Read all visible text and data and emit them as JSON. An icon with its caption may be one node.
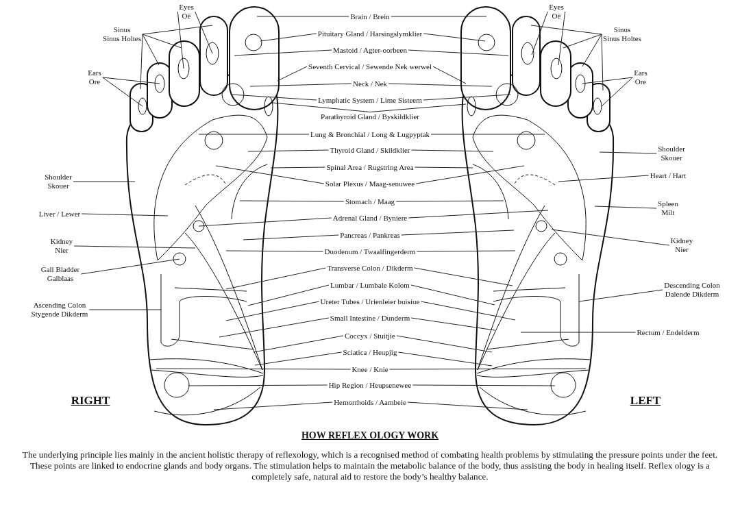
{
  "diagram": {
    "title": "HOW REFLEX OLOGY WORK",
    "nodes": [
      {
        "text": [
          "Eyes",
          "Oë"
        ]
      },
      {
        "text": [
          "Sinus",
          "Sinus Holtes"
        ]
      },
      {
        "text": [
          "Ears",
          "Ore"
        ]
      },
      {
        "text": [
          "Shoulder",
          "Skouer"
        ]
      },
      {
        "text": [
          "Liver / Lewer"
        ]
      },
      {
        "text": [
          "Kidney",
          "Nier"
        ]
      },
      {
        "text": [
          "Gall Bladder",
          "Galblaas"
        ]
      },
      {
        "text": [
          "Ascending Colon",
          "Stygende Dikderm"
        ]
      },
      {
        "text": [
          "Brain / Brein"
        ]
      },
      {
        "text": [
          "Pituitary Gland / Harsingslymklier"
        ]
      },
      {
        "text": [
          "Mastoid / Agter-oorbeen"
        ]
      },
      {
        "text": [
          "Seventh Cervical / Sewende Nek werwel"
        ]
      },
      {
        "text": [
          "Neck / Nek"
        ]
      },
      {
        "text": [
          "Lymphatic System / Lime Sisteem"
        ]
      },
      {
        "text": [
          "Parathyroid Gland / Byskildklier"
        ]
      },
      {
        "text": [
          "Lung & Bronchial / Long & Lugpyptak"
        ]
      },
      {
        "text": [
          "Thyroid Gland / Skildklier"
        ]
      },
      {
        "text": [
          "Spinal Area / Rugstring Area"
        ]
      },
      {
        "text": [
          "Solar Plexus / Maag-senuwee"
        ]
      },
      {
        "text": [
          "Stomach / Maag"
        ]
      },
      {
        "text": [
          "Adrenal Gland / Byniere"
        ]
      },
      {
        "text": [
          "Pancreas / Pankreas"
        ]
      },
      {
        "text": [
          "Duodenum / Twaalfingerderm"
        ]
      },
      {
        "text": [
          "Transverse Colon / Dikderm"
        ]
      },
      {
        "text": [
          "Lumbar / Lumbale Kolom"
        ]
      },
      {
        "text": [
          "Ureter Tubes / Urienleier buisiue"
        ]
      },
      {
        "text": [
          "Small Intestine / Dunderm"
        ]
      },
      {
        "text": [
          "Coccyx / Stuitjie"
        ]
      },
      {
        "text": [
          "Sciatica / Heupjig"
        ]
      },
      {
        "text": [
          "Knee / Knie"
        ]
      },
      {
        "text": [
          "Hip Region / Heupsenewee"
        ]
      },
      {
        "text": [
          "Hemorrhoids / Aambeie"
        ]
      },
      {
        "text": [
          "Eyes",
          "Oë"
        ]
      },
      {
        "text": [
          "Sinus",
          "Sinus Holtes"
        ]
      },
      {
        "text": [
          "Ears",
          "Ore"
        ]
      },
      {
        "text": [
          "Shoulder",
          "Skouer"
        ]
      },
      {
        "text": [
          "Heart / Hart"
        ]
      },
      {
        "text": [
          "Spleen",
          "Milt"
        ]
      },
      {
        "text": [
          "Kidney",
          "Nier"
        ]
      },
      {
        "text": [
          "Descending Colon",
          "Dalende Dikderm"
        ]
      },
      {
        "text": [
          "Rectum / Endelderm"
        ]
      }
    ],
    "edges": [
      {
        "from": 0,
        "to": null,
        "arrow": "none"
      },
      {
        "from": 0,
        "to": null,
        "arrow": "none"
      },
      {
        "from": 1,
        "to": null,
        "arrow": "none"
      },
      {
        "from": 1,
        "to": null,
        "arrow": "none"
      },
      {
        "from": 1,
        "to": null,
        "arrow": "none"
      },
      {
        "from": 1,
        "to": null,
        "arrow": "none"
      },
      {
        "from": 2,
        "to": null,
        "arrow": "none"
      },
      {
        "from": 2,
        "to": null,
        "arrow": "none"
      },
      {
        "from": 3,
        "to": null,
        "arrow": "none"
      },
      {
        "from": 4,
        "to": null,
        "arrow": "none"
      },
      {
        "from": 5,
        "to": null,
        "arrow": "none"
      },
      {
        "from": 6,
        "to": null,
        "arrow": "none"
      },
      {
        "from": 7,
        "to": null,
        "arrow": "none"
      },
      {
        "from": 8,
        "to": null,
        "arrow": "none"
      },
      {
        "from": 8,
        "to": null,
        "arrow": "none"
      },
      {
        "from": 9,
        "to": null,
        "arrow": "none"
      },
      {
        "from": 9,
        "to": null,
        "arrow": "none"
      },
      {
        "from": 10,
        "to": null,
        "arrow": "none"
      },
      {
        "from": 10,
        "to": null,
        "arrow": "none"
      },
      {
        "from": 11,
        "to": null,
        "arrow": "none"
      },
      {
        "from": 11,
        "to": null,
        "arrow": "none"
      },
      {
        "from": 12,
        "to": null,
        "arrow": "none"
      },
      {
        "from": 12,
        "to": null,
        "arrow": "none"
      },
      {
        "from": 13,
        "to": null,
        "arrow": "none"
      },
      {
        "from": 13,
        "to": null,
        "arrow": "none"
      },
      {
        "from": 14,
        "to": null,
        "arrow": "none"
      },
      {
        "from": 14,
        "to": null,
        "arrow": "none"
      },
      {
        "from": 15,
        "to": null,
        "arrow": "none"
      },
      {
        "from": 15,
        "to": null,
        "arrow": "none"
      },
      {
        "from": 16,
        "to": null,
        "arrow": "none"
      },
      {
        "from": 16,
        "to": null,
        "arrow": "none"
      },
      {
        "from": 17,
        "to": null,
        "arrow": "none"
      },
      {
        "from": 17,
        "to": null,
        "arrow": "none"
      },
      {
        "from": 18,
        "to": null,
        "arrow": "none"
      },
      {
        "from": 18,
        "to": null,
        "arrow": "none"
      },
      {
        "from": 19,
        "to": null,
        "arrow": "none"
      },
      {
        "from": 19,
        "to": null,
        "arrow": "none"
      },
      {
        "from": 20,
        "to": null,
        "arrow": "none"
      },
      {
        "from": 20,
        "to": null,
        "arrow": "none"
      },
      {
        "from": 21,
        "to": null,
        "arrow": "none"
      },
      {
        "from": 21,
        "to": null,
        "arrow": "none"
      },
      {
        "from": 22,
        "to": null,
        "arrow": "none"
      },
      {
        "from": 22,
        "to": null,
        "arrow": "none"
      },
      {
        "from": 23,
        "to": null,
        "arrow": "none"
      },
      {
        "from": 23,
        "to": null,
        "arrow": "none"
      },
      {
        "from": 24,
        "to": null,
        "arrow": "none"
      },
      {
        "from": 24,
        "to": null,
        "arrow": "none"
      },
      {
        "from": 25,
        "to": null,
        "arrow": "none"
      },
      {
        "from": 25,
        "to": null,
        "arrow": "none"
      },
      {
        "from": 26,
        "to": null,
        "arrow": "none"
      },
      {
        "from": 26,
        "to": null,
        "arrow": "none"
      },
      {
        "from": 27,
        "to": null,
        "arrow": "none"
      },
      {
        "from": 27,
        "to": null,
        "arrow": "none"
      },
      {
        "from": 28,
        "to": null,
        "arrow": "none"
      },
      {
        "from": 28,
        "to": null,
        "arrow": "none"
      },
      {
        "from": 29,
        "to": null,
        "arrow": "none"
      },
      {
        "from": 29,
        "to": null,
        "arrow": "none"
      },
      {
        "from": 30,
        "to": null,
        "arrow": "none"
      },
      {
        "from": 30,
        "to": null,
        "arrow": "none"
      },
      {
        "from": 31,
        "to": null,
        "arrow": "none"
      },
      {
        "from": 31,
        "to": null,
        "arrow": "none"
      },
      {
        "from": 32,
        "to": null,
        "arrow": "none"
      },
      {
        "from": 32,
        "to": null,
        "arrow": "none"
      },
      {
        "from": 33,
        "to": null,
        "arrow": "none"
      },
      {
        "from": 33,
        "to": null,
        "arrow": "none"
      },
      {
        "from": 33,
        "to": null,
        "arrow": "none"
      },
      {
        "from": 33,
        "to": null,
        "arrow": "none"
      },
      {
        "from": 34,
        "to": null,
        "arrow": "none"
      },
      {
        "from": 34,
        "to": null,
        "arrow": "none"
      },
      {
        "from": 35,
        "to": null,
        "arrow": "none"
      },
      {
        "from": 36,
        "to": null,
        "arrow": "none"
      },
      {
        "from": 37,
        "to": null,
        "arrow": "none"
      },
      {
        "from": 38,
        "to": null,
        "arrow": "none"
      },
      {
        "from": 39,
        "to": null,
        "arrow": "none"
      },
      {
        "from": 40,
        "to": null,
        "arrow": "none"
      }
    ],
    "labels": [
      "RIGHT",
      "LEFT",
      "The underlying principle lies mainly in the ancient holistic therapy of reflexology, which is a recognised method of combating health problems by stimulating the pressure points under the feet. These points are linked to endocrine glands and body organs. The stimulation helps to maintain the metabolic balance of the body, thus assisting the body in healing itself. Reflex ology is a completely safe, natural aid to restore the body’s healthy balance."
    ]
  }
}
